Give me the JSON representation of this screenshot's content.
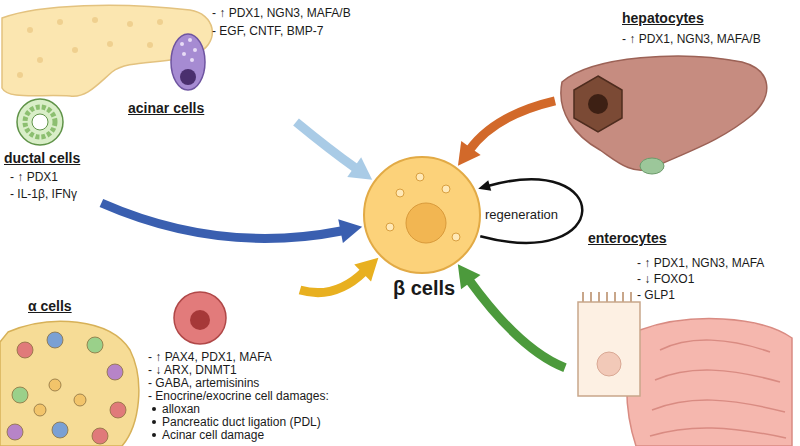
{
  "diagram": {
    "nodes": [
      {
        "text": [
          "acinar cells",
          "- ↑ PDX1, NGN3, MAFA/B",
          "- EGF, CNTF, BMP-7"
        ]
      },
      {
        "text": [
          "ductal cells",
          "- ↑ PDX1",
          "- IL-1β, IFNγ"
        ]
      },
      {
        "text": [
          "α cells",
          "- ↑ PAX4, PDX1, MAFA",
          "- ↓ ARX, DNMT1",
          "- GABA, artemisinins",
          "- Enocrine/exocrine cell damages:",
          "alloxan",
          "Pancreatic duct ligation (PDL)",
          "Acinar cell damage"
        ]
      },
      {
        "text": [
          "hepatocytes",
          "- ↑ PDX1, NGN3, MAFA/B"
        ]
      },
      {
        "text": [
          "β cells"
        ]
      },
      {
        "text": [
          "enterocytes",
          "- ↑ PDX1, NGN3, MAFA",
          "- ↓ FOXO1",
          "- GLP1"
        ]
      }
    ],
    "edges": [
      {
        "from": 0,
        "to": 4,
        "arrow": "to"
      },
      {
        "from": 1,
        "to": 4,
        "arrow": "to"
      },
      {
        "from": 2,
        "to": 4,
        "arrow": "to"
      },
      {
        "from": 3,
        "to": 4,
        "arrow": "to"
      },
      {
        "from": 5,
        "to": 4,
        "arrow": "to"
      },
      {
        "from": 4,
        "to": 4,
        "label": "regeneration",
        "arrow": "to"
      }
    ]
  }
}
